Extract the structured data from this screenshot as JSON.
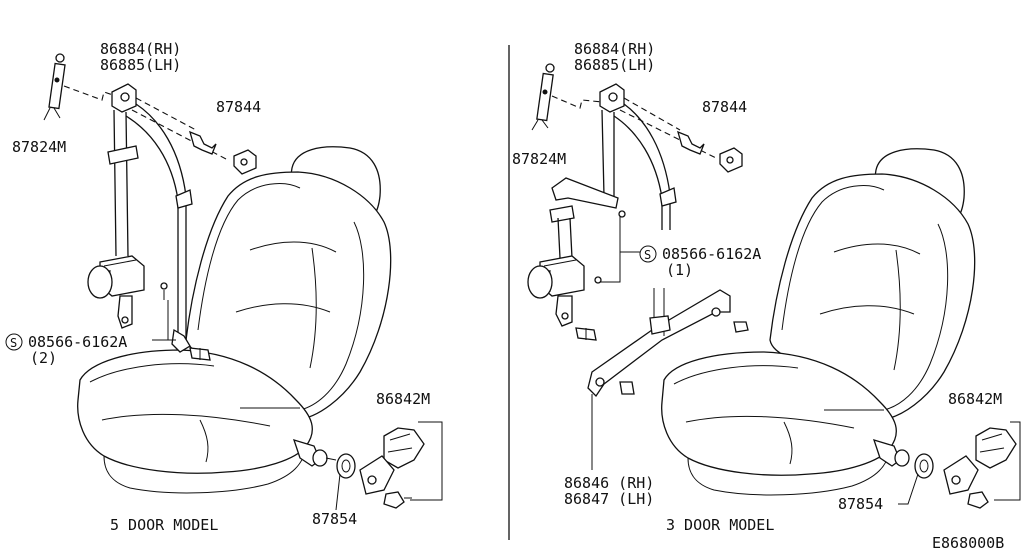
{
  "left_panel": {
    "label_86884": "86884(RH)",
    "label_86885": "86885(LH)",
    "label_87844": "87844",
    "label_87824M": "87824M",
    "bolt_symbol": "S",
    "label_bolt": "08566-6162A",
    "label_bolt_qty": "(2)",
    "label_86842M": "86842M",
    "label_87854": "87854",
    "model": "5 DOOR MODEL"
  },
  "right_panel": {
    "label_86884": "86884(RH)",
    "label_86885": "86885(LH)",
    "label_87844": "87844",
    "label_87824M": "87824M",
    "bolt_symbol": "S",
    "label_bolt": "08566-6162A",
    "label_bolt_qty": "(1)",
    "label_86846": "86846 (RH)",
    "label_86847": "86847 (LH)",
    "label_86842M": "86842M",
    "label_87854": "87854",
    "model": "3 DOOR MODEL"
  },
  "diagram_code": "E868000B"
}
